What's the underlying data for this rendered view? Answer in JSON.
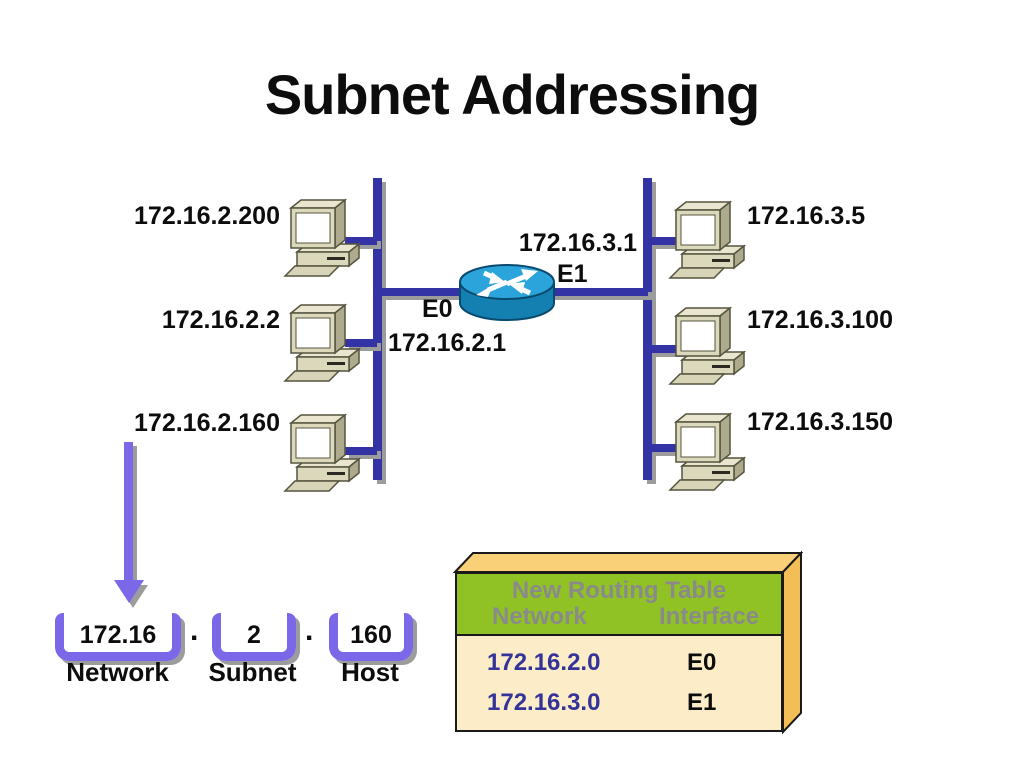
{
  "title": "Subnet Addressing",
  "network": {
    "left_hosts": [
      "172.16.2.200",
      "172.16.2.2",
      "172.16.2.160"
    ],
    "right_hosts": [
      "172.16.3.5",
      "172.16.3.100",
      "172.16.3.150"
    ],
    "router": {
      "e0_label": "E0",
      "e0_ip": "172.16.2.1",
      "e1_label": "E1",
      "e1_ip": "172.16.3.1"
    }
  },
  "breakdown": {
    "separator": ".",
    "parts": [
      "172.16",
      "2",
      "160"
    ],
    "labels": [
      "Network",
      "Subnet",
      "Host"
    ]
  },
  "routing_table": {
    "title": "New Routing Table",
    "columns": [
      "Network",
      "Interface"
    ],
    "rows": [
      {
        "network": "172.16.2.0",
        "interface": "E0"
      },
      {
        "network": "172.16.3.0",
        "interface": "E1"
      }
    ]
  },
  "colors": {
    "bus_blue": "#3333A6",
    "shadow_gray": "#9C9C9C",
    "arrow_purple": "#7B68E8",
    "router_top": "#2BA3DB",
    "router_side": "#1480B2",
    "table_header_green": "#90C226",
    "table_header_text": "#8A8A8A",
    "table_top_face": "#F9CF77",
    "table_side_face": "#F3BE55",
    "table_body": "#FCEDC8",
    "table_network_text": "#333399"
  }
}
